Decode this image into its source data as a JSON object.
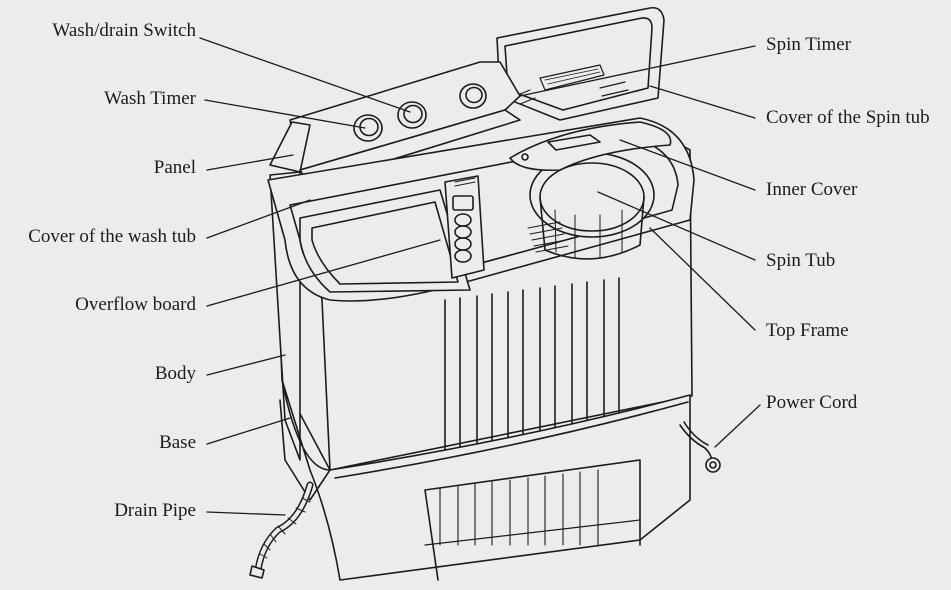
{
  "labels": {
    "wash_drain_switch": "Wash/drain Switch",
    "wash_timer": "Wash Timer",
    "panel": "Panel",
    "cover_wash_tub": "Cover of the wash tub",
    "overflow_board": "Overflow board",
    "body": "Body",
    "base": "Base",
    "drain_pipe": "Drain Pipe",
    "spin_timer": "Spin Timer",
    "cover_spin_tub": "Cover of the Spin tub",
    "inner_cover": "Inner Cover",
    "spin_tub": "Spin Tub",
    "top_frame": "Top Frame",
    "power_cord": "Power Cord"
  },
  "colors": {
    "background": "#ececec",
    "line": "#1c1c1c",
    "fill": "#ececec"
  }
}
